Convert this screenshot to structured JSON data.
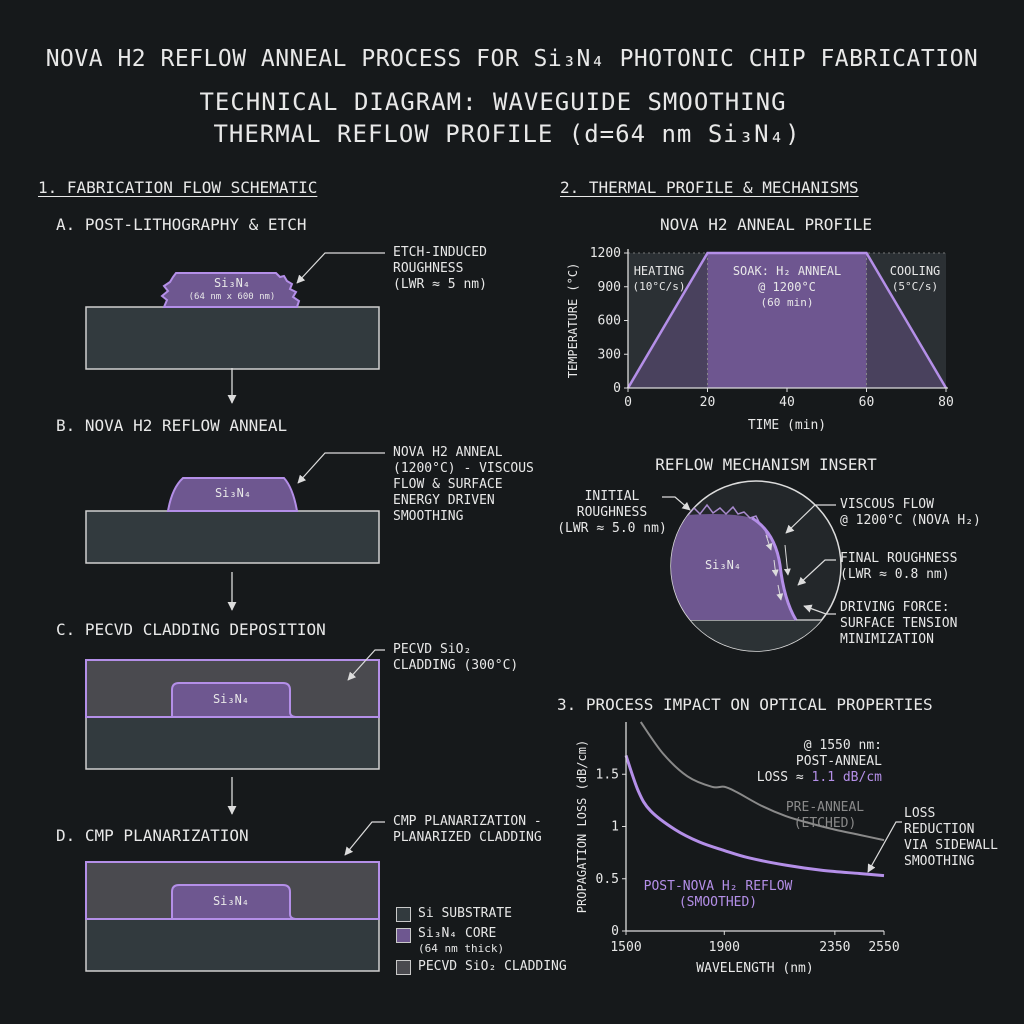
{
  "title": "NOVA H2 REFLOW ANNEAL PROCESS FOR Si₃N₄ PHOTONIC CHIP FABRICATION",
  "subtitle_line1": "TECHNICAL DIAGRAM: WAVEGUIDE SMOOTHING",
  "subtitle_line2": "THERMAL REFLOW PROFILE (d=64 nm Si₃N₄)",
  "colors": {
    "background": "#16191b",
    "substrate": "#323a3e",
    "core": "#6e5790",
    "cladding": "#4a4a4f",
    "accent": "#b48fe8",
    "line": "#dcdcdc"
  },
  "section1": {
    "heading": "1. FABRICATION FLOW SCHEMATIC",
    "steps": [
      {
        "label": "A. POST-LITHOGRAPHY & ETCH",
        "core_label": "Si₃N₄",
        "core_sub": "(64 nm x 600 nm)",
        "annotation": [
          "ETCH-INDUCED",
          "ROUGHNESS",
          "(LWR ≈ 5 nm)"
        ]
      },
      {
        "label": "B. NOVA H2 REFLOW ANNEAL",
        "core_label": "Si₃N₄",
        "annotation": [
          "NOVA H2 ANNEAL",
          "(1200°C) - VISCOUS",
          "FLOW & SURFACE",
          "ENERGY DRIVEN",
          "SMOOTHING"
        ]
      },
      {
        "label": "C. PECVD CLADDING DEPOSITION",
        "core_label": "Si₃N₄",
        "annotation": [
          "PECVD SiO₂",
          "CLADDING (300°C)"
        ]
      },
      {
        "label": "D. CMP PLANARIZATION",
        "core_label": "Si₃N₄",
        "annotation": [
          "CMP PLANARIZATION -",
          "PLANARIZED CLADDING"
        ]
      }
    ],
    "legend": [
      {
        "label": "Si SUBSTRATE",
        "sub": "",
        "color": "#323a3e"
      },
      {
        "label": "Si₃N₄ CORE",
        "sub": "(64 nm thick)",
        "color": "#6e5790"
      },
      {
        "label": "PECVD SiO₂ CLADDING",
        "sub": "",
        "color": "#4a4a4f"
      }
    ]
  },
  "section2": {
    "heading": "2. THERMAL PROFILE & MECHANISMS",
    "profile_title": "NOVA H2 ANNEAL PROFILE",
    "phases": {
      "heating": [
        "HEATING",
        "(10°C/s)"
      ],
      "soak": [
        "SOAK: H₂ ANNEAL",
        "@ 1200°C",
        "(60 min)"
      ],
      "cooling": [
        "COOLING",
        "(5°C/s)"
      ]
    },
    "insert_title": "REFLOW MECHANISM INSERT",
    "insert": {
      "core_label": "Si₃N₄",
      "initial": [
        "INITIAL",
        "ROUGHNESS",
        "(LWR ≈ 5.0 nm)"
      ],
      "viscous": [
        "VISCOUS FLOW",
        "@ 1200°C (NOVA H₂)"
      ],
      "final": [
        "FINAL ROUGHNESS",
        "(LWR ≈ 0.8 nm)"
      ],
      "driving": [
        "DRIVING FORCE:",
        "SURFACE TENSION",
        "MINIMIZATION"
      ]
    }
  },
  "section3": {
    "heading": "3. PROCESS IMPACT ON OPTICAL PROPERTIES",
    "callout": [
      "@ 1550 nm:",
      "POST-ANNEAL",
      "LOSS ≈ ",
      "1.1 dB/cm"
    ],
    "pre_label": [
      "PRE-ANNEAL",
      "(ETCHED)"
    ],
    "post_label": [
      "POST-NOVA H₂ REFLOW",
      "(SMOOTHED)"
    ],
    "reduction": [
      "LOSS",
      "REDUCTION",
      "VIA SIDEWALL",
      "SMOOTHING"
    ]
  },
  "chart_data": [
    {
      "type": "line",
      "title": "NOVA H2 ANNEAL PROFILE",
      "xlabel": "TIME (min)",
      "ylabel": "TEMPERATURE (°C)",
      "xlim": [
        0,
        80
      ],
      "ylim": [
        0,
        1200
      ],
      "xticks": [
        0,
        20,
        40,
        60,
        80
      ],
      "yticks": [
        0,
        300,
        600,
        900,
        1200
      ],
      "grid": false,
      "series": [
        {
          "x": [
            0,
            20,
            60,
            80
          ],
          "y": [
            0,
            1200,
            1200,
            0
          ],
          "color": "#b48fe8"
        }
      ]
    },
    {
      "type": "line",
      "title": "",
      "xlabel": "WAVELENGTH (nm)",
      "ylabel": "PROPAGATION LOSS (dB/cm)",
      "xlim": [
        1500,
        2550
      ],
      "ylim": [
        0,
        2
      ],
      "xticks": [
        1500,
        1900,
        2350,
        2550
      ],
      "yticks": [
        0,
        0.5,
        1,
        1.5
      ],
      "grid": false,
      "series": [
        {
          "name": "PRE-ANNEAL (ETCHED)",
          "color": "#8a8a8a",
          "x": [
            1560,
            1650,
            1750,
            1850,
            1900,
            1950,
            2050,
            2150,
            2250,
            2350,
            2450,
            2550
          ],
          "y": [
            2.0,
            1.7,
            1.48,
            1.38,
            1.38,
            1.33,
            1.2,
            1.1,
            1.03,
            0.97,
            0.92,
            0.87
          ]
        },
        {
          "name": "POST-NOVA H₂ REFLOW (SMOOTHED)",
          "color": "#b48fe8",
          "x": [
            1500,
            1550,
            1600,
            1700,
            1800,
            1900,
            2000,
            2150,
            2300,
            2450,
            2550
          ],
          "y": [
            1.68,
            1.34,
            1.15,
            0.97,
            0.85,
            0.77,
            0.7,
            0.63,
            0.58,
            0.55,
            0.53
          ]
        }
      ]
    }
  ]
}
